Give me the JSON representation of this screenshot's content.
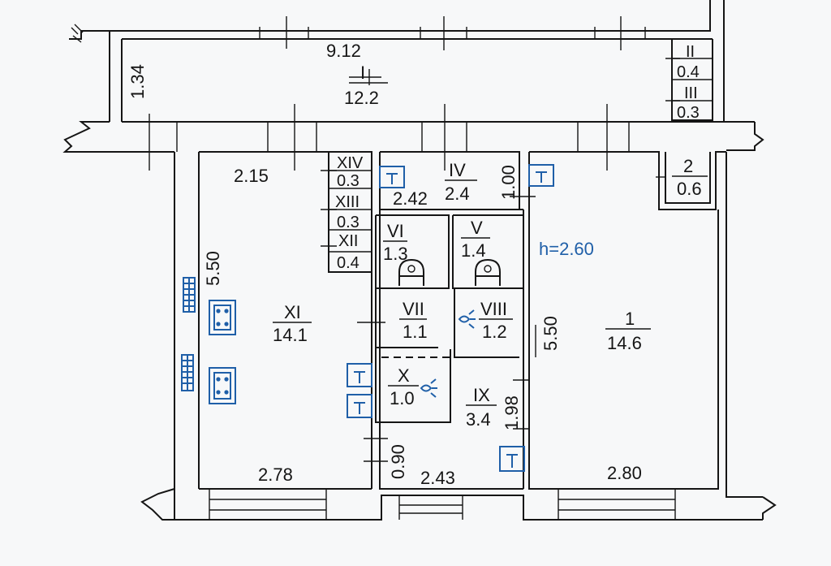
{
  "floor_plan": {
    "ceiling_height": "h=2.60",
    "corridor": {
      "number": "I",
      "area": "12.2",
      "length": "9.12",
      "width": "1.34"
    },
    "rooms": [
      {
        "number": "II",
        "area": "0.4"
      },
      {
        "number": "III",
        "area": "0.3"
      },
      {
        "number": "IV",
        "area": "2.4"
      },
      {
        "number": "V",
        "area": "1.4"
      },
      {
        "number": "VI",
        "area": "1.3"
      },
      {
        "number": "VII",
        "area": "1.1"
      },
      {
        "number": "VIII",
        "area": "1.2"
      },
      {
        "number": "IX",
        "area": "3.4"
      },
      {
        "number": "X",
        "area": "1.0"
      },
      {
        "number": "XI",
        "area": "14.1"
      },
      {
        "number": "XII",
        "area": "0.4"
      },
      {
        "number": "XIII",
        "area": "0.3"
      },
      {
        "number": "XIV",
        "area": "0.3"
      },
      {
        "number": "1",
        "area": "14.6"
      },
      {
        "number": "2",
        "area": "0.6"
      }
    ],
    "dimensions": {
      "xi_top": "2.15",
      "xi_side": "5.50",
      "xi_bottom": "2.78",
      "iv_width": "2.42",
      "iv_depth": "1.00",
      "ix_side": "1.98",
      "lower_side": "0.90",
      "center_bottom": "2.43",
      "room1_side": "5.50",
      "room1_bottom": "2.80"
    },
    "icons": [
      "radiator-icon",
      "stove-icon",
      "toilet-icon",
      "sink-icon",
      "water-heater-icon"
    ]
  }
}
